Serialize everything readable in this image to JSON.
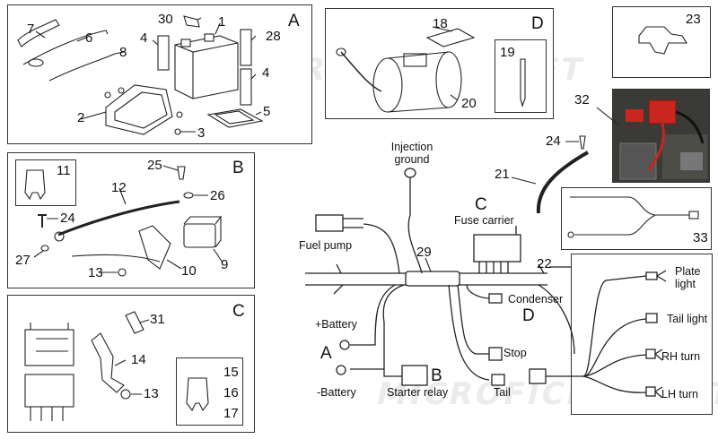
{
  "watermark": "MICROFICHES.NET",
  "panels": {
    "A": {
      "title": "A",
      "callouts": [
        "1",
        "2",
        "3",
        "4",
        "4",
        "5",
        "6",
        "7",
        "8",
        "28",
        "30"
      ]
    },
    "B": {
      "title": "B",
      "callouts": [
        "9",
        "10",
        "11",
        "12",
        "13",
        "24",
        "25",
        "26",
        "27"
      ]
    },
    "C": {
      "title": "C",
      "callouts": [
        "13",
        "14",
        "15",
        "16",
        "17",
        "31"
      ]
    },
    "D": {
      "title": "D",
      "callouts": [
        "18",
        "19",
        "20"
      ]
    },
    "p23": {
      "callout": "23"
    },
    "p33": {
      "callout": "33"
    }
  },
  "free_callouts": {
    "n21": "21",
    "n22": "22",
    "n24": "24",
    "n29": "29",
    "n32": "32"
  },
  "harness": {
    "injection_ground": "Injection ground",
    "fuel_pump": "Fuel pump",
    "fuse_carrier_letter": "C",
    "fuse_carrier": "Fuse carrier",
    "condenser": "Condenser",
    "condenser_letter": "D",
    "battery_plus": "+Battery",
    "battery_minus": "-Battery",
    "battery_letter": "A",
    "starter_relay_letter": "B",
    "starter_relay": "Starter relay",
    "stop": "Stop",
    "tail": "Tail",
    "plate_light": "Plate light",
    "tail_light": "Tail light",
    "rh_turn": "RH turn",
    "lh_turn": "LH turn"
  },
  "colors": {
    "line": "#222222",
    "photo_red": "#c8261e",
    "photo_bg": "#3a3a36"
  }
}
